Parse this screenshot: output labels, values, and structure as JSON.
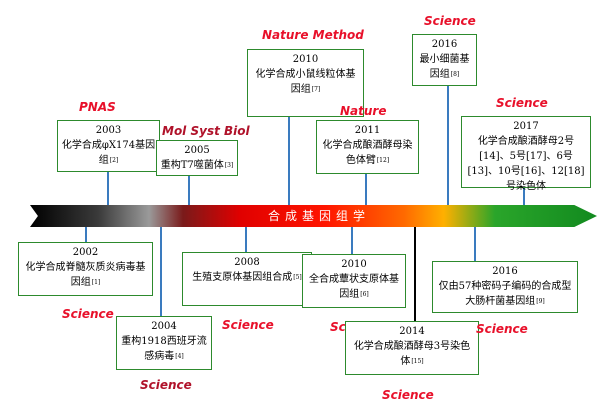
{
  "banner": {
    "label": "合成基因组学"
  },
  "colors": {
    "journal_red": "#e8102a",
    "journal_dark": "#b0122a",
    "box_border": "#2d8a2d",
    "connector": "#3a7bbf"
  },
  "events": [
    {
      "id": "2002",
      "year": "2002",
      "text": "化学合成脊髓灰质炎病毒基因组",
      "ref": "[1]",
      "journal": "Science"
    },
    {
      "id": "2003",
      "year": "2003",
      "text": "化学合成φX174基因组",
      "ref": "[2]",
      "journal": "PNAS"
    },
    {
      "id": "2004",
      "year": "2004",
      "text": "重构1918西班牙流感病毒",
      "ref": "[4]",
      "journal": "Science"
    },
    {
      "id": "2005",
      "year": "2005",
      "text": "重构T7噬菌体",
      "ref": "[3]",
      "journal": "Mol Syst Biol"
    },
    {
      "id": "2008",
      "year": "2008",
      "text": "生殖支原体基因组合成",
      "ref": "[5]",
      "journal": "Science"
    },
    {
      "id": "2010a",
      "year": "2010",
      "text": "化学合成小鼠线粒体基因组",
      "ref": "[7]",
      "journal": "Nature Method"
    },
    {
      "id": "2010b",
      "year": "2010",
      "text": "全合成蕈状支原体基因组",
      "ref": "[6]",
      "journal": "Science"
    },
    {
      "id": "2011",
      "year": "2011",
      "text": "化学合成酿酒酵母染色体臂",
      "ref": "[12]",
      "journal": "Nature"
    },
    {
      "id": "2014",
      "year": "2014",
      "text": "化学合成酿酒酵母3号染色体",
      "ref": "[15]",
      "journal": "Science"
    },
    {
      "id": "2016a",
      "year": "2016",
      "text": "最小细菌基因组",
      "ref": "[8]",
      "journal": "Science"
    },
    {
      "id": "2016b",
      "year": "2016",
      "text": "仅由57种密码子编码的合成型大肠杆菌基因组",
      "ref": "[9]",
      "journal": "Science"
    },
    {
      "id": "2017",
      "year": "2017",
      "text": "化学合成酿酒酵母2号[14]、5号[17]、6号[13]、10号[16]、12[18]号染色体",
      "ref": "",
      "journal": "Science"
    }
  ]
}
